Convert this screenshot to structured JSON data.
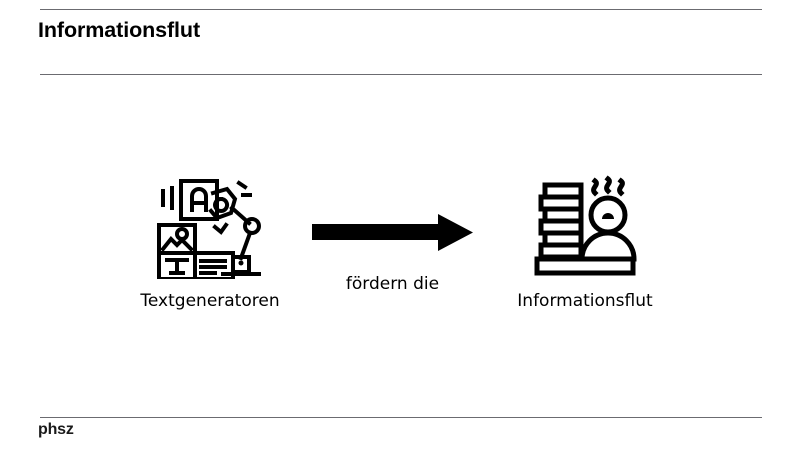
{
  "slide": {
    "title": "Informationsflut",
    "background_color": "#ffffff",
    "rule_color": "#6b6b70",
    "ink_color": "#000000"
  },
  "footer": {
    "logo": "phsz"
  },
  "diagram": {
    "type": "flow",
    "source": {
      "label": "Textgeneratoren",
      "icon": "robot-arm-text-generator-icon"
    },
    "connector": {
      "label": "fördern die",
      "icon": "right-arrow-icon"
    },
    "target": {
      "label": "Informationsflut",
      "icon": "document-stack-stressed-person-icon"
    }
  }
}
